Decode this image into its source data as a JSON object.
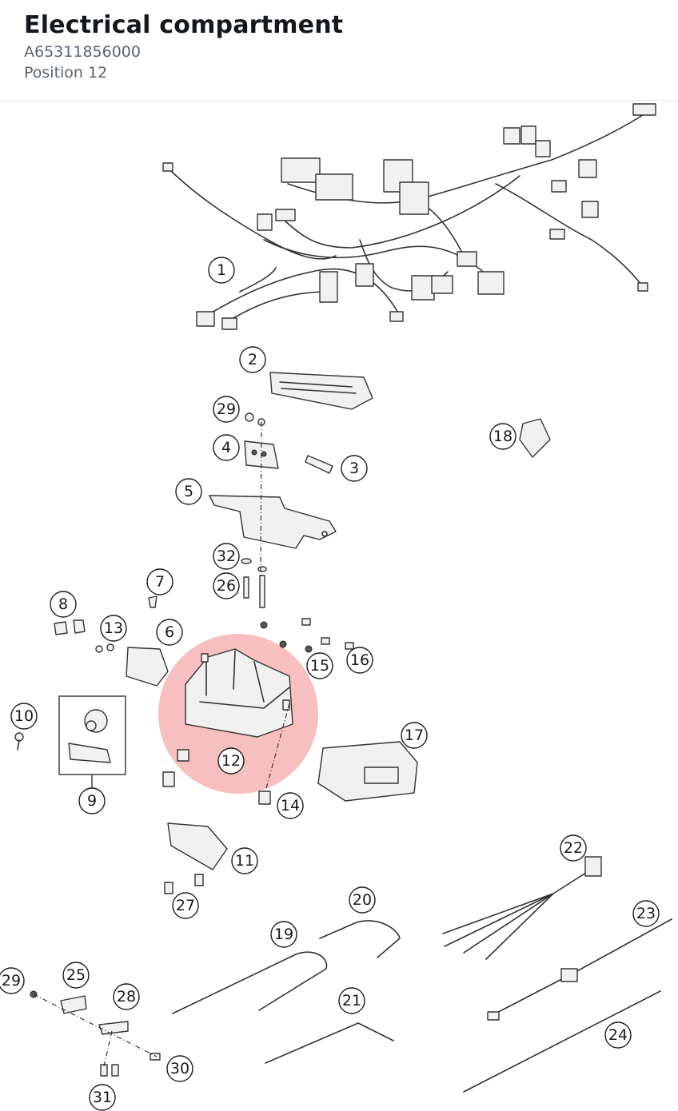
{
  "header": {
    "title": "Electrical compartment",
    "part_number": "A65311856000",
    "position": "Position 12"
  },
  "diagram": {
    "highlight_color": "#f08a8a",
    "callouts": [
      "1",
      "2",
      "3",
      "4",
      "5",
      "6",
      "7",
      "8",
      "9",
      "10",
      "11",
      "12",
      "13",
      "14",
      "15",
      "16",
      "17",
      "18",
      "19",
      "20",
      "21",
      "22",
      "23",
      "24",
      "25",
      "26",
      "27",
      "28",
      "29",
      "29",
      "30",
      "31",
      "32"
    ]
  }
}
